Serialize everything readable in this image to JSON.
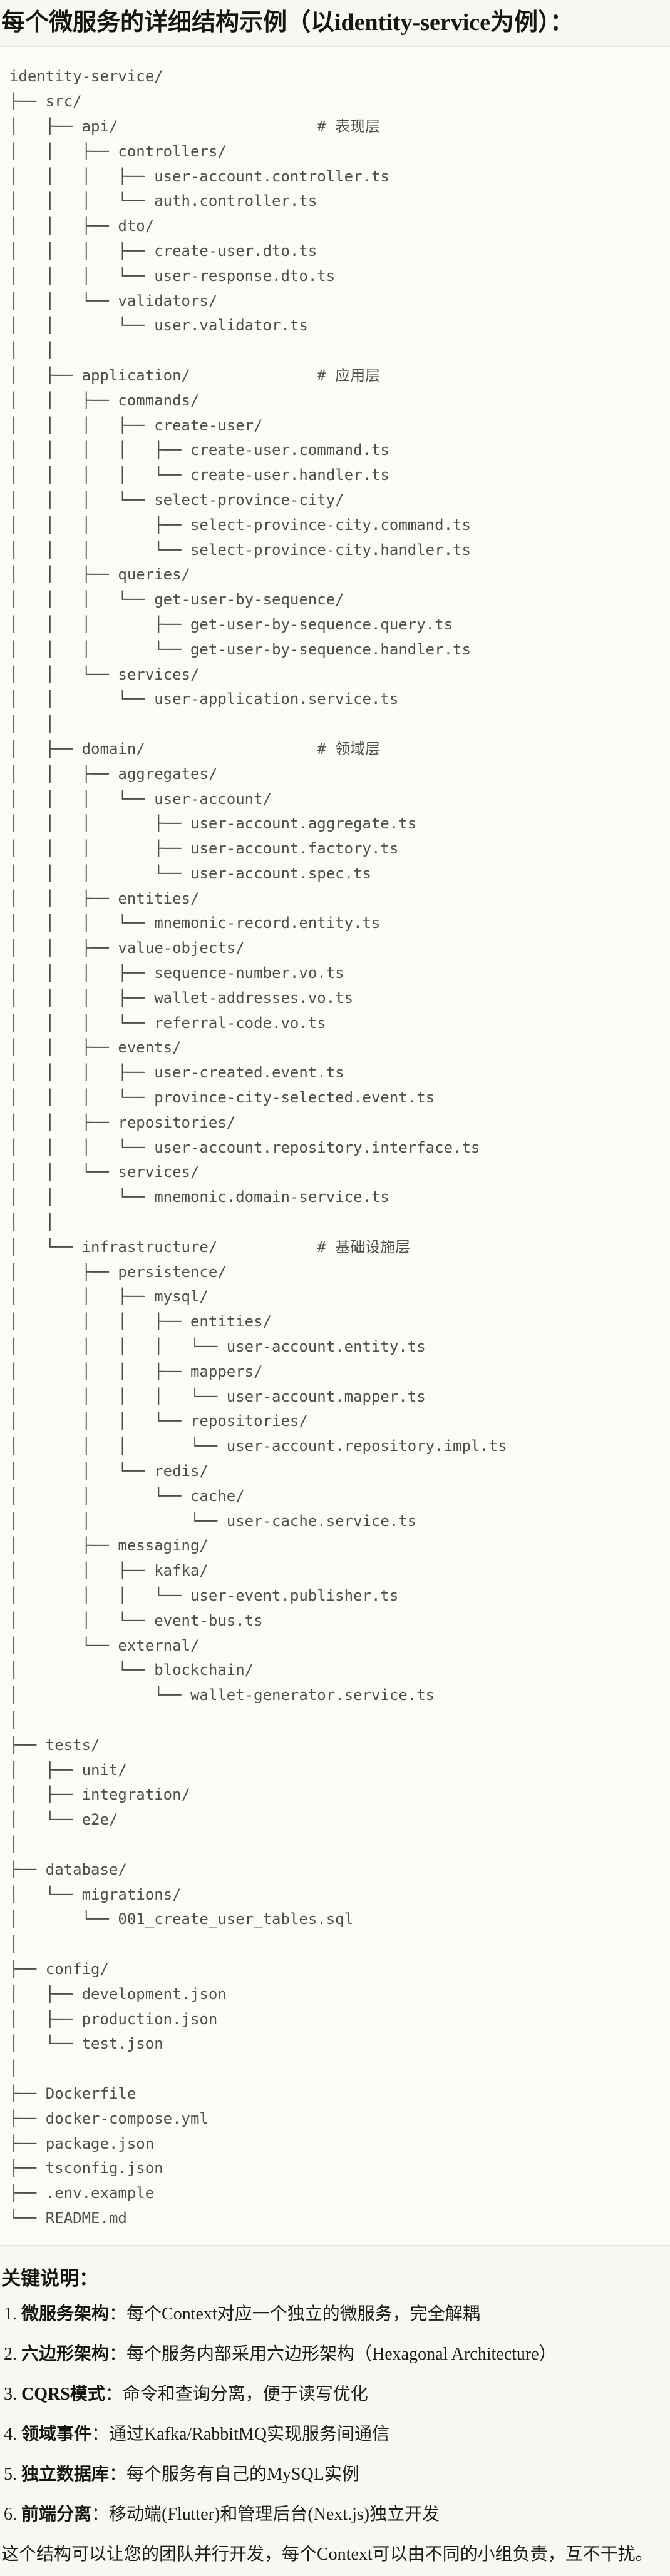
{
  "header": {
    "title": "每个微服务的详细结构示例（以identity-service为例）："
  },
  "colors": {
    "page_bg": "#f8f7f2",
    "code_block_bg": "#fcfbf7",
    "code_block_border": "#e6e3da",
    "tree_text": "#4f4e49",
    "body_text": "#1d1c19"
  },
  "code_block": {
    "language": "plaintext",
    "tree_lines": [
      "identity-service/",
      "├── src/",
      "│   ├── api/                      # 表现层",
      "│   │   ├── controllers/",
      "│   │   │   ├── user-account.controller.ts",
      "│   │   │   └── auth.controller.ts",
      "│   │   ├── dto/",
      "│   │   │   ├── create-user.dto.ts",
      "│   │   │   └── user-response.dto.ts",
      "│   │   └── validators/",
      "│   │       └── user.validator.ts",
      "│   │",
      "│   ├── application/              # 应用层",
      "│   │   ├── commands/",
      "│   │   │   ├── create-user/",
      "│   │   │   │   ├── create-user.command.ts",
      "│   │   │   │   └── create-user.handler.ts",
      "│   │   │   └── select-province-city/",
      "│   │   │       ├── select-province-city.command.ts",
      "│   │   │       └── select-province-city.handler.ts",
      "│   │   ├── queries/",
      "│   │   │   └── get-user-by-sequence/",
      "│   │   │       ├── get-user-by-sequence.query.ts",
      "│   │   │       └── get-user-by-sequence.handler.ts",
      "│   │   └── services/",
      "│   │       └── user-application.service.ts",
      "│   │",
      "│   ├── domain/                   # 领域层",
      "│   │   ├── aggregates/",
      "│   │   │   └── user-account/",
      "│   │   │       ├── user-account.aggregate.ts",
      "│   │   │       ├── user-account.factory.ts",
      "│   │   │       └── user-account.spec.ts",
      "│   │   ├── entities/",
      "│   │   │   └── mnemonic-record.entity.ts",
      "│   │   ├── value-objects/",
      "│   │   │   ├── sequence-number.vo.ts",
      "│   │   │   ├── wallet-addresses.vo.ts",
      "│   │   │   └── referral-code.vo.ts",
      "│   │   ├── events/",
      "│   │   │   ├── user-created.event.ts",
      "│   │   │   └── province-city-selected.event.ts",
      "│   │   ├── repositories/",
      "│   │   │   └── user-account.repository.interface.ts",
      "│   │   └── services/",
      "│   │       └── mnemonic.domain-service.ts",
      "│   │",
      "│   └── infrastructure/           # 基础设施层",
      "│       ├── persistence/",
      "│       │   ├── mysql/",
      "│       │   │   ├── entities/",
      "│       │   │   │   └── user-account.entity.ts",
      "│       │   │   ├── mappers/",
      "│       │   │   │   └── user-account.mapper.ts",
      "│       │   │   └── repositories/",
      "│       │   │       └── user-account.repository.impl.ts",
      "│       │   └── redis/",
      "│       │       └── cache/",
      "│       │           └── user-cache.service.ts",
      "│       ├── messaging/",
      "│       │   ├── kafka/",
      "│       │   │   └── user-event.publisher.ts",
      "│       │   └── event-bus.ts",
      "│       └── external/",
      "│           └── blockchain/",
      "│               └── wallet-generator.service.ts",
      "│",
      "├── tests/",
      "│   ├── unit/",
      "│   ├── integration/",
      "│   └── e2e/",
      "│",
      "├── database/",
      "│   └── migrations/",
      "│       └── 001_create_user_tables.sql",
      "│",
      "├── config/",
      "│   ├── development.json",
      "│   ├── production.json",
      "│   └── test.json",
      "│",
      "├── Dockerfile",
      "├── docker-compose.yml",
      "├── package.json",
      "├── tsconfig.json",
      "├── .env.example",
      "└── README.md"
    ]
  },
  "notes": {
    "heading": "关键说明：",
    "items": [
      {
        "num": "1.",
        "label": "微服务架构",
        "text": "：每个Context对应一个独立的微服务，完全解耦"
      },
      {
        "num": "2.",
        "label": "六边形架构",
        "text": "：每个服务内部采用六边形架构（Hexagonal Architecture）"
      },
      {
        "num": "3.",
        "label": "CQRS模式",
        "text": "：命令和查询分离，便于读写优化"
      },
      {
        "num": "4.",
        "label": "领域事件",
        "text": "：通过Kafka/RabbitMQ实现服务间通信"
      },
      {
        "num": "5.",
        "label": "独立数据库",
        "text": "：每个服务有自己的MySQL实例"
      },
      {
        "num": "6.",
        "label": "前端分离",
        "text": "：移动端(Flutter)和管理后台(Next.js)独立开发"
      }
    ],
    "footer": "这个结构可以让您的团队并行开发，每个Context可以由不同的小组负责，互不干扰。"
  }
}
